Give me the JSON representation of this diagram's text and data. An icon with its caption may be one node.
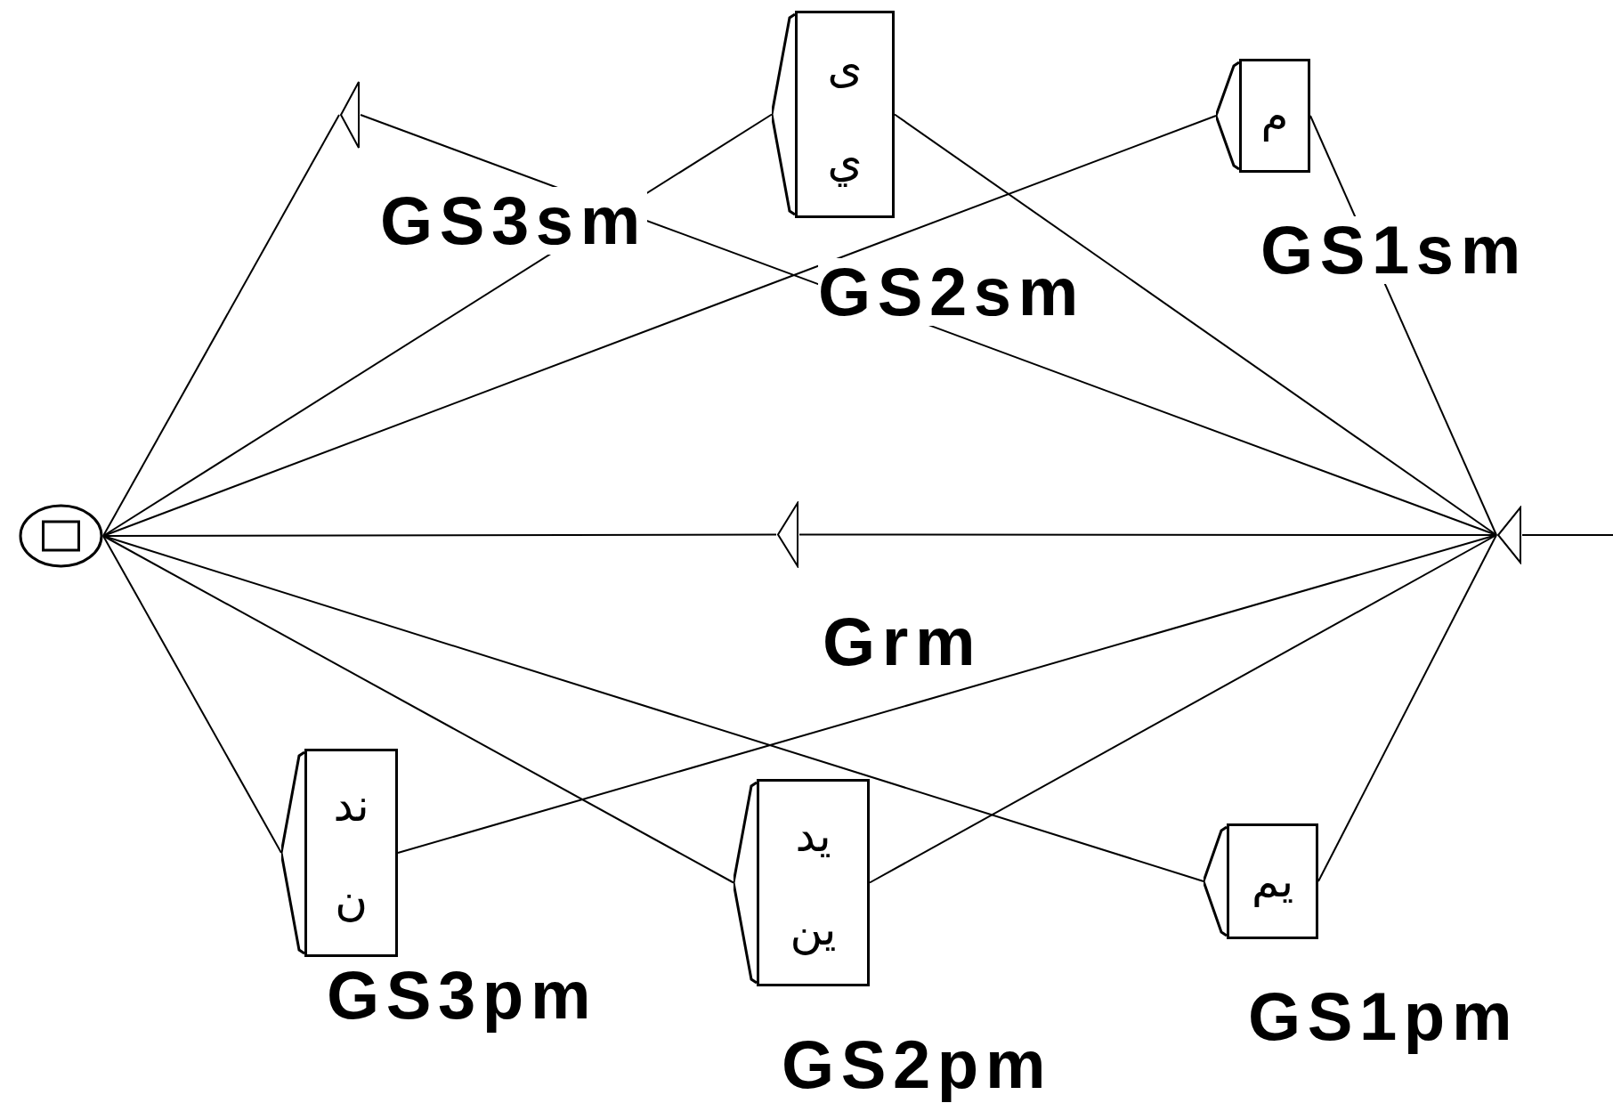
{
  "diagram": {
    "nodes": [
      {
        "text": [],
        "shape": "circle"
      },
      {
        "text": [],
        "shape": "triangle",
        "beside": [
          "GS3sm"
        ]
      },
      {
        "text": [
          "ى",
          "ي"
        ],
        "beside": [
          "GS2sm"
        ]
      },
      {
        "text": [
          "م"
        ],
        "beside": [
          "GS1sm"
        ]
      },
      {
        "text": [],
        "shape": "triangle",
        "beside": [
          "Grm"
        ]
      },
      {
        "text": [],
        "shape": "triangle"
      },
      {
        "text": [
          "ند",
          "ن"
        ],
        "beside": [
          "GS3pm"
        ]
      },
      {
        "text": [
          "يد",
          "ين"
        ],
        "beside": [
          "GS2pm"
        ]
      },
      {
        "text": [
          "يم"
        ],
        "beside": [
          "GS1pm"
        ]
      }
    ],
    "edges": [
      {
        "from": null,
        "to": 5,
        "arrow": "none"
      },
      {
        "from": 5,
        "to": 1,
        "arrow": "none"
      },
      {
        "from": 5,
        "to": 2,
        "arrow": "none"
      },
      {
        "from": 5,
        "to": 3,
        "arrow": "none"
      },
      {
        "from": 5,
        "to": 4,
        "arrow": "none"
      },
      {
        "from": 5,
        "to": 6,
        "arrow": "none"
      },
      {
        "from": 5,
        "to": 7,
        "arrow": "none"
      },
      {
        "from": 5,
        "to": 8,
        "arrow": "none"
      },
      {
        "from": 1,
        "to": 0,
        "arrow": "none"
      },
      {
        "from": 2,
        "to": 0,
        "arrow": "none"
      },
      {
        "from": 3,
        "to": 0,
        "arrow": "none"
      },
      {
        "from": 4,
        "to": 0,
        "arrow": "none"
      },
      {
        "from": 6,
        "to": 0,
        "arrow": "none"
      },
      {
        "from": 7,
        "to": 0,
        "arrow": "none"
      },
      {
        "from": 8,
        "to": 0,
        "arrow": "none"
      }
    ]
  }
}
